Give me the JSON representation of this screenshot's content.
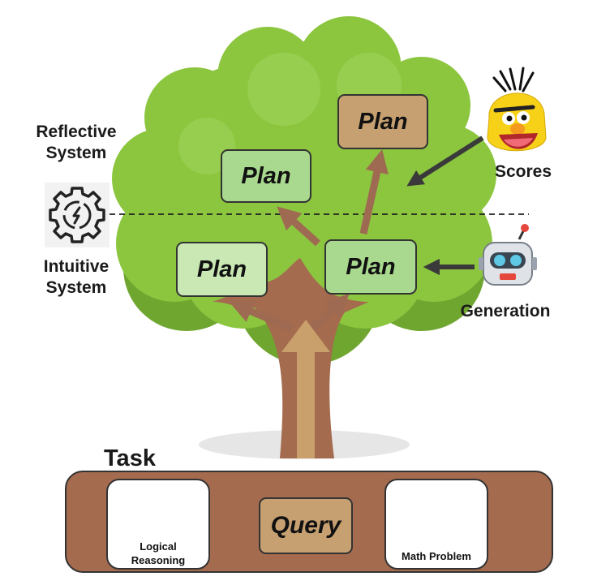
{
  "labels": {
    "reflective_line1": "Reflective",
    "reflective_line2": "System",
    "intuitive_line1": "Intuitive",
    "intuitive_line2": "System",
    "scores": "Scores",
    "generation": "Generation",
    "task": "Task"
  },
  "plans": {
    "top": "Plan",
    "upper_left": "Plan",
    "lower_left": "Plan",
    "lower_right": "Plan"
  },
  "task": {
    "query": "Query",
    "card_left_line1": "Logical",
    "card_left_line2": "Reasoning",
    "card_right": "Math Problem"
  },
  "icons": {
    "gear": "gear-sync-icon",
    "muppet": "muppet-face-icon",
    "robot": "robot-icon",
    "head": "head-gear-icon",
    "clipboard": "clipboard-function-icon"
  },
  "colors": {
    "foliage": "#8cc63f",
    "trunk": "#a46b4e",
    "plan_green": "#a9d98f",
    "plan_tan": "#c6a070",
    "arrow": "#9e6a52"
  }
}
